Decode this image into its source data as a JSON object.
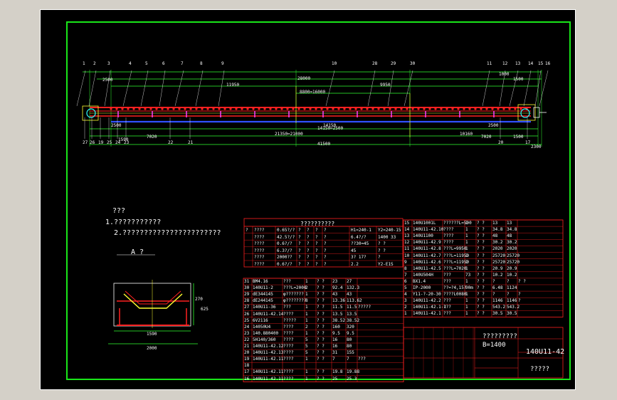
{
  "drawing": {
    "notes_title": "???",
    "notes": [
      "1.???????????",
      "2.???????????????????????"
    ],
    "section_view_label": "A  ?",
    "title_block": {
      "name_line1": "?????????",
      "name_line2": "B=1400",
      "drawing_number": "140U11-42",
      "company": "?????"
    },
    "top_labels": [
      "1",
      "2",
      "3",
      "4",
      "5",
      "6",
      "7",
      "8",
      "9",
      "10",
      "28",
      "29",
      "30",
      "11",
      "12",
      "13",
      "14",
      "15",
      "16"
    ],
    "bottom_labels": [
      "27",
      "26",
      "19",
      "25",
      "24",
      "23",
      "22",
      "21",
      "20",
      "17"
    ],
    "dimensions": [
      "2500",
      "11950",
      "28000",
      "8800=16000",
      "14150",
      "9950",
      "7020",
      "2500",
      "2500",
      "7020",
      "1500",
      "14150=2500",
      "21350=21000",
      "10160",
      "2300",
      "41500",
      "1590",
      "1500",
      "1000"
    ],
    "section_dims": [
      "1590",
      "2000",
      "270",
      "625"
    ],
    "spec_table_title": "??????????",
    "spec_rows": [
      [
        "?",
        "????",
        "0.65?/?",
        "?",
        "?",
        "?",
        "?",
        "H1=240-1",
        "Y2=240-15"
      ],
      [
        "",
        "????",
        "42.5?/?",
        "?",
        "?",
        "?",
        "?",
        "6.4?/?",
        "1400  33"
      ],
      [
        "",
        "????",
        "0.6?/?",
        "?",
        "?",
        "?",
        "?",
        "??30=45",
        "?     ?"
      ],
      [
        "",
        "????",
        "6.3?/?",
        "?",
        "?",
        "?",
        "?",
        "45",
        "?     ?"
      ],
      [
        "",
        "????",
        "2000??",
        "?",
        "?",
        "?",
        "?",
        "3? 17?",
        "?"
      ],
      [
        "",
        "????",
        "0.6?/?",
        "?",
        "?",
        "?",
        "?",
        "2.2",
        "Y2-E1S"
      ]
    ],
    "bom_left": [
      [
        "31",
        "BM4.16",
        "???",
        "1",
        "?  ?",
        "23",
        "27",
        ""
      ],
      [
        "30",
        "140U11-2",
        "???L=2000",
        "2",
        "?  ?",
        "92.4",
        "132.3",
        ""
      ],
      [
        "29",
        "dE344145",
        "φ???????",
        "1",
        "?  ?",
        "43",
        "43",
        ""
      ],
      [
        "28",
        "dE244145",
        "φ????????",
        "8",
        "?  ?",
        "13.36",
        "113.62",
        ""
      ],
      [
        "27",
        "140U11-36",
        "???",
        "1",
        "?  ?",
        "11.5",
        "11.5",
        "?????"
      ],
      [
        "26",
        "140U11-42.14",
        "????",
        "1",
        "?  ?",
        "13.5",
        "13.5",
        ""
      ],
      [
        "25",
        "6V2116",
        "?????",
        "1",
        "?  ?",
        "38.52",
        "38.52",
        ""
      ],
      [
        "24",
        "14050U4",
        "????",
        "2",
        "?  ?",
        "160",
        "320",
        ""
      ],
      [
        "23",
        "140.880400",
        "????",
        "1",
        "?  ?",
        "9.5",
        "9.5",
        ""
      ],
      [
        "22",
        "5H140/360",
        "????",
        "5",
        "?  ?",
        "16",
        "80",
        ""
      ],
      [
        "21",
        "140U11-42.12",
        "????",
        "5",
        "?  ?",
        "16",
        "80",
        ""
      ],
      [
        "20",
        "140U11-42.13",
        "????",
        "5",
        "?  ?",
        "31",
        "155",
        ""
      ],
      [
        "19",
        "140U11-42.11",
        "????",
        "1",
        "?  ?",
        "7",
        "7",
        "???"
      ],
      [
        "18",
        "",
        "",
        "",
        "",
        "",
        "",
        ""
      ],
      [
        "17",
        "140U11-42.11",
        "????",
        "1",
        "?  ?",
        "19.8",
        "19.88",
        ""
      ],
      [
        "16",
        "140U11-42.11",
        "????",
        "1",
        "?  ?",
        "25",
        "25.3",
        ""
      ]
    ],
    "bom_right": [
      [
        "15",
        "140U1001L",
        "??????L=500",
        "1",
        "?  ?",
        "13",
        "13",
        ""
      ],
      [
        "14",
        "140U11-42.10",
        "????",
        "1",
        "?  ?",
        "34.8",
        "34.8",
        ""
      ],
      [
        "13",
        "140U1100",
        "????",
        "1",
        "?  ?",
        "48",
        "48",
        ""
      ],
      [
        "12",
        "140U11-42.9",
        "????",
        "1",
        "?  ?",
        "30.2",
        "30.2",
        ""
      ],
      [
        "11",
        "140U11-42.8",
        "???L=9950",
        "1",
        "?  ?",
        "2020",
        "2020",
        ""
      ],
      [
        "10",
        "140U11-42.7",
        "???L=11950",
        "1",
        "?  ?",
        "25720",
        "25720",
        ""
      ],
      [
        "9",
        "140U11-42.6",
        "???L=11950",
        "1",
        "?  ?",
        "25720",
        "25720",
        ""
      ],
      [
        "8",
        "140U11-42.5",
        "???L=7020",
        "1",
        "?  ?",
        "20.9",
        "20.9",
        ""
      ],
      [
        "7",
        "140U504H",
        "???",
        "73",
        "?  ?",
        "10.2",
        "10.2",
        ""
      ],
      [
        "6",
        "BX1.4",
        "???",
        "1",
        "?  ?",
        "?",
        "?",
        "?  ?"
      ],
      [
        "5",
        "IP-2000",
        "??=?4,15?",
        "90m",
        "?  ?",
        "6.48",
        "1124",
        ""
      ],
      [
        "4",
        "Y11-?-20-30",
        "????L0080",
        "1",
        "?  ?",
        "?",
        "?",
        "?"
      ],
      [
        "3",
        "140U11-42.2",
        "???",
        "1",
        "?  ?",
        "1146",
        "1146",
        "?"
      ],
      [
        "2",
        "140U11-42.1-1",
        "???",
        "1",
        "?  ?",
        "543.2",
        "543.2",
        ""
      ],
      [
        "1",
        "140U11-42.1",
        "???",
        "1",
        "?  ?",
        "30.5",
        "30.5",
        ""
      ]
    ]
  }
}
